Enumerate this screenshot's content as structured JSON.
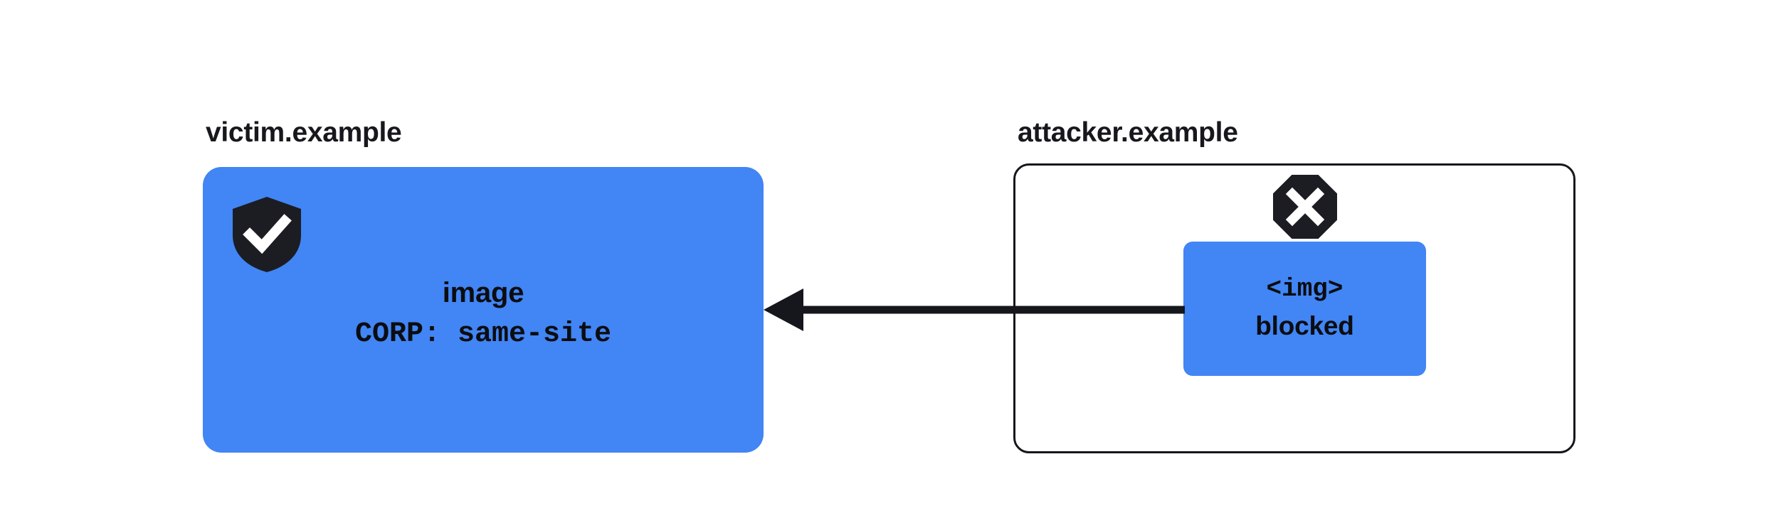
{
  "diagram": {
    "title_left": "victim.example",
    "title_right": "attacker.example",
    "palette": {
      "resource_blue": "#4285f4",
      "ink": "#15171c",
      "page_background": "#ffffff"
    },
    "victim_origin": {
      "label": "victim.example",
      "status_icon": "shield-check-icon",
      "resource": {
        "name": "image",
        "header": "CORP: same-site"
      }
    },
    "attacker_origin": {
      "label": "attacker.example",
      "status_icon": "octagon-x-icon",
      "request": {
        "element": "<img>",
        "status": "blocked"
      }
    },
    "connector": {
      "name": "cross-origin-request-arrow",
      "direction": "right-to-left"
    }
  }
}
